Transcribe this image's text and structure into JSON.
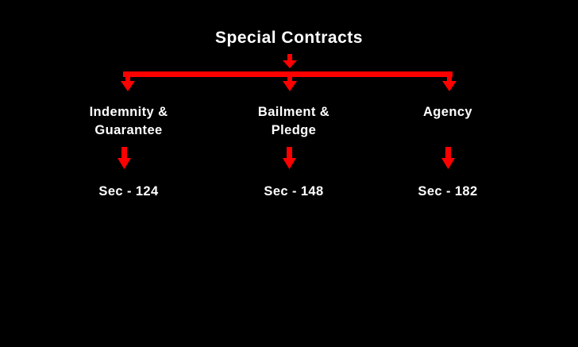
{
  "title": "Special Contracts",
  "categories": [
    {
      "line1": "Indemnity &",
      "line2": "Guarantee",
      "section": "Sec - 124"
    },
    {
      "line1": "Bailment &",
      "line2": "Pledge",
      "section": "Sec - 148"
    },
    {
      "line1": "Agency",
      "line2": "",
      "section": "Sec - 182"
    }
  ],
  "colors": {
    "background": "#000000",
    "connector": "#ff0000",
    "text": "#ffffff"
  }
}
